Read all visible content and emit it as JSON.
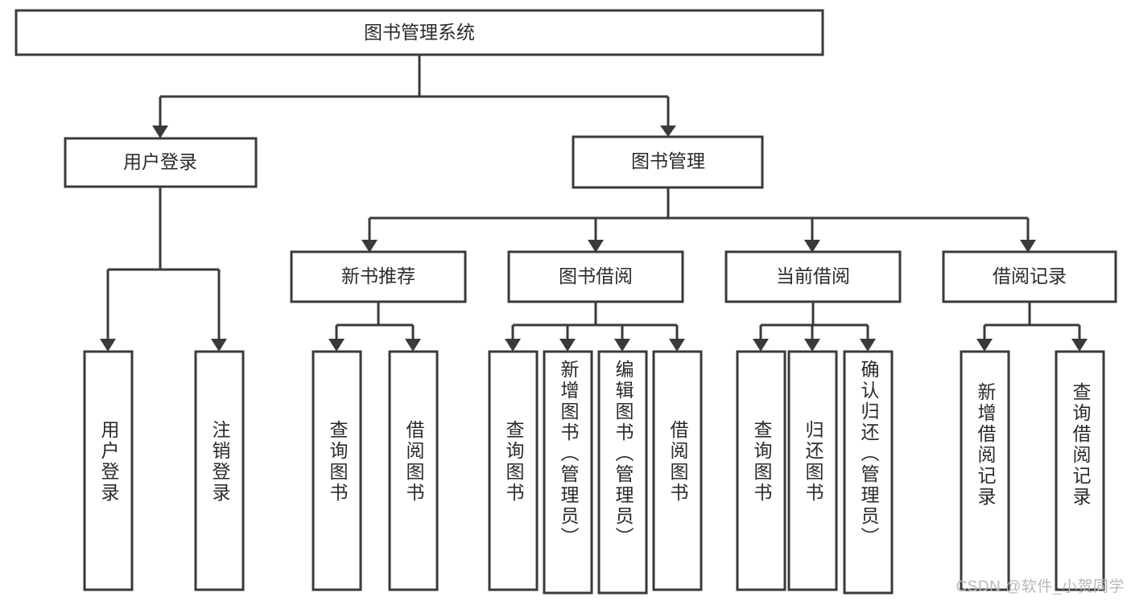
{
  "diagram": {
    "type": "tree",
    "title": "图书管理系统",
    "watermark": "CSDN @软件_小贺同学",
    "colors": {
      "stroke": "#3a3a3a",
      "fill": "#ffffff",
      "text": "#2b2b2b",
      "watermark": "#b9b9b9",
      "background": "#ffffff"
    },
    "root": {
      "label": "图书管理系统"
    },
    "level2": [
      {
        "label": "用户登录"
      },
      {
        "label": "图书管理"
      }
    ],
    "level3": [
      {
        "label": "新书推荐"
      },
      {
        "label": "图书借阅"
      },
      {
        "label": "当前借阅"
      },
      {
        "label": "借阅记录"
      }
    ],
    "leaves": {
      "user_login": [
        {
          "label": "用户登录"
        },
        {
          "label": "注销登录"
        }
      ],
      "new_book_recommend": [
        {
          "label": "查询图书"
        },
        {
          "label": "借阅图书"
        }
      ],
      "book_borrow": [
        {
          "label": "查询图书"
        },
        {
          "label": "新增图书（管理员）"
        },
        {
          "label": "编辑图书（管理员）"
        },
        {
          "label": "借阅图书"
        }
      ],
      "current_borrow": [
        {
          "label": "查询图书"
        },
        {
          "label": "归还图书"
        },
        {
          "label": "确认归还（管理员）"
        }
      ],
      "borrow_record": [
        {
          "label": "新增借阅记录"
        },
        {
          "label": "查询借阅记录"
        }
      ]
    }
  }
}
